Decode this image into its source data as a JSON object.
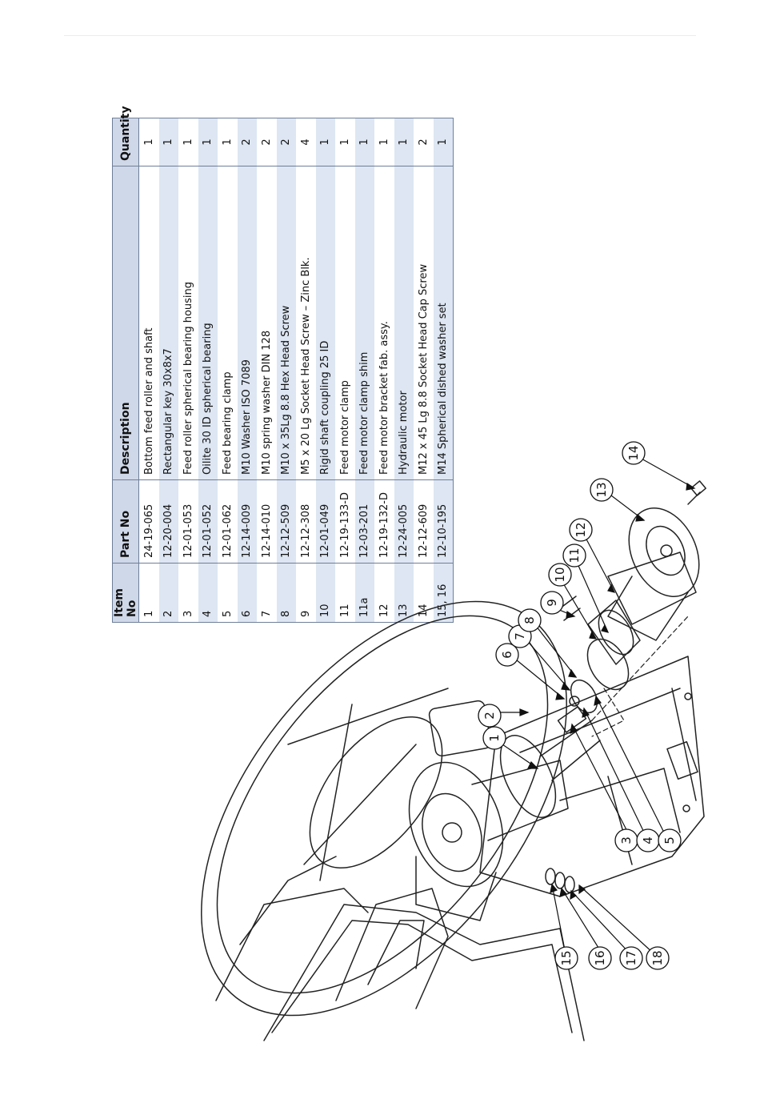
{
  "table": {
    "headers": [
      "Item No",
      "Part No",
      "Description",
      "Quantity"
    ],
    "rows": [
      {
        "item": "1",
        "part": "24-19-065",
        "desc": "Bottom feed roller and shaft",
        "qty": "1"
      },
      {
        "item": "2",
        "part": "12-20-004",
        "desc": "Rectangular key 30x8x7",
        "qty": "1"
      },
      {
        "item": "3",
        "part": "12-01-053",
        "desc": "Feed roller spherical bearing housing",
        "qty": "1"
      },
      {
        "item": "4",
        "part": "12-01-052",
        "desc": "Oilite 30 ID spherical bearing",
        "qty": "1"
      },
      {
        "item": "5",
        "part": "12-01-062",
        "desc": "Feed bearing clamp",
        "qty": "1"
      },
      {
        "item": "6",
        "part": "12-14-009",
        "desc": "M10 Washer ISO 7089",
        "qty": "2"
      },
      {
        "item": "7",
        "part": "12-14-010",
        "desc": "M10 spring washer DIN 128",
        "qty": "2"
      },
      {
        "item": "8",
        "part": "12-12-509",
        "desc": "M10 x 35Lg 8.8 Hex Head Screw",
        "qty": "2"
      },
      {
        "item": "9",
        "part": "12-12-308",
        "desc": "M5 x 20 Lg Socket Head Screw – Zinc Blk.",
        "qty": "4"
      },
      {
        "item": "10",
        "part": "12-01-049",
        "desc": "Rigid shaft coupling 25 ID",
        "qty": "1"
      },
      {
        "item": "11",
        "part": "12-19-133-D",
        "desc": "Feed motor clamp",
        "qty": "1"
      },
      {
        "item": "11a",
        "part": "12-03-201",
        "desc": "Feed motor clamp shim",
        "qty": "1"
      },
      {
        "item": "12",
        "part": "12-19-132-D",
        "desc": "Feed motor bracket fab. assy.",
        "qty": "1"
      },
      {
        "item": "13",
        "part": "12-24-005",
        "desc": "Hydraulic motor",
        "qty": "1"
      },
      {
        "item": "14",
        "part": "12-12-609",
        "desc": "M12 x 45 Lg 8.8 Socket Head Cap Screw",
        "qty": "2"
      },
      {
        "item": "15, 16",
        "part": "12-10-195",
        "desc": "M14 Spherical dished washer set",
        "qty": "1"
      }
    ]
  },
  "balloons": [
    "1",
    "2",
    "3",
    "4",
    "5",
    "6",
    "7",
    "8",
    "9",
    "10",
    "11",
    "12",
    "13",
    "14",
    "15",
    "16",
    "17",
    "18"
  ]
}
